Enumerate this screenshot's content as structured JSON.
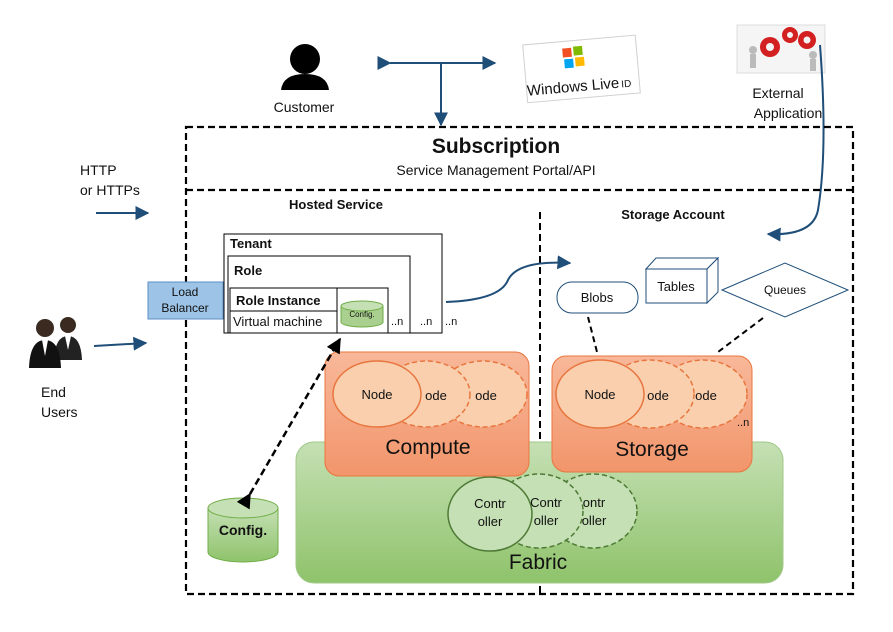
{
  "customer": {
    "label": "Customer"
  },
  "windows_live": {
    "line1": "Windows Live",
    "line2": "ID"
  },
  "external_app": {
    "line1": "External",
    "line2": "Application"
  },
  "http": {
    "line1": "HTTP",
    "line2": "or HTTPs"
  },
  "end_users": {
    "line1": "End",
    "line2": "Users"
  },
  "subscription": {
    "title": "Subscription",
    "subtitle": "Service Management Portal/API"
  },
  "hosted_service": {
    "title": "Hosted Service"
  },
  "storage_account": {
    "title": "Storage Account"
  },
  "load_balancer": {
    "line1": "Load",
    "line2": "Balancer"
  },
  "tenant": {
    "label": "Tenant",
    "role": "Role",
    "role_instance": "Role Instance",
    "virtual_machine": "Virtual machine",
    "config": "Config.",
    "n1": "..n",
    "n2": "..n",
    "n3": "..n"
  },
  "storage_items": {
    "blobs": "Blobs",
    "tables": "Tables",
    "queues": "Queues"
  },
  "compute": {
    "label": "Compute",
    "node1": "Node",
    "node2": "ode",
    "node3": "ode"
  },
  "storage": {
    "label": "Storage",
    "node1": "Node",
    "node2": "ode",
    "node3": "ode",
    "n": "..n"
  },
  "fabric": {
    "label": "Fabric",
    "controller1_line1": "Contr",
    "controller1_line2": "oller",
    "controller2_line1": "Contr",
    "controller2_line2": "oller",
    "controller3_line1": "ontr",
    "controller3_line2": "oller"
  },
  "config_db": {
    "label": "Config."
  },
  "colors": {
    "arrow_blue": "#1f4e79",
    "orange_fill": "#f4a582",
    "orange_border": "#e8763f",
    "node_fill": "#f9cfae",
    "green_fill": "#a9d08e",
    "green_border": "#70ad47",
    "lb_fill": "#9dc3e6"
  }
}
